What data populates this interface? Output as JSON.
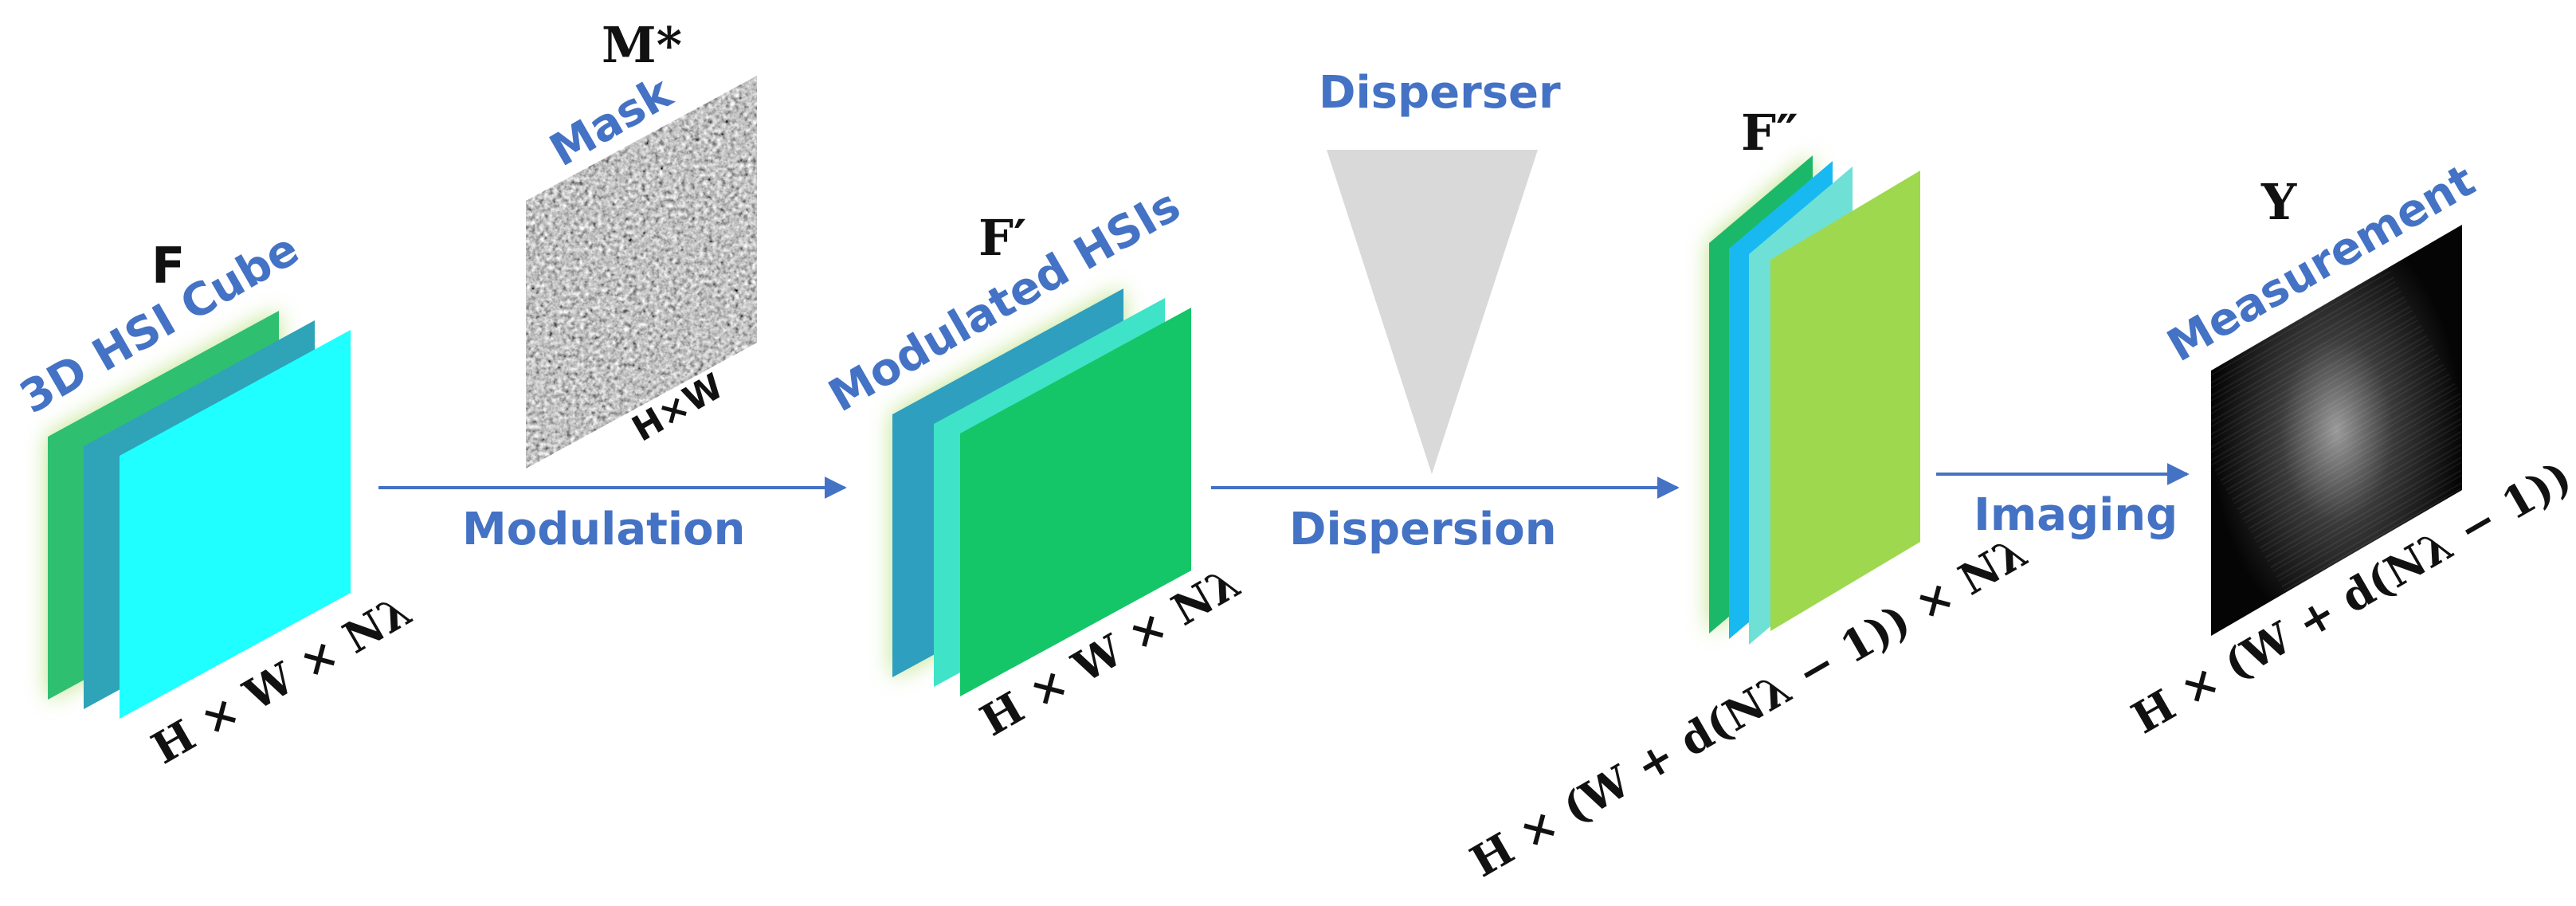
{
  "stages": {
    "cube": {
      "symbol": "F",
      "title": "3D HSI Cube",
      "dims": "H × W × Nλ",
      "colors": [
        "#2FBF71",
        "#2FA3B8",
        "#1FFFFF"
      ]
    },
    "mask": {
      "symbol": "M*",
      "title": "Mask",
      "dims": "H×W"
    },
    "modulated": {
      "symbol": "F′",
      "title": "Modulated HSIs",
      "dims": "H × W × Nλ",
      "colors": [
        "#2E9FBE",
        "#3FE3C8",
        "#14C667"
      ]
    },
    "disperser": {
      "title": "Disperser",
      "color": "#D9D9D9"
    },
    "dispersed": {
      "symbol": "F″",
      "dims": "H × (W + d(Nλ − 1)) × Nλ",
      "colors": [
        "#1DB86A",
        "#17B9F0",
        "#6EE0D6",
        "#9ED84E"
      ]
    },
    "measurement": {
      "symbol": "Y",
      "title": "Measurement",
      "dims": "H × (W + d(Nλ − 1))"
    }
  },
  "arrows": {
    "modulation": "Modulation",
    "dispersion": "Dispersion",
    "imaging": "Imaging",
    "color": "#4472C4"
  }
}
